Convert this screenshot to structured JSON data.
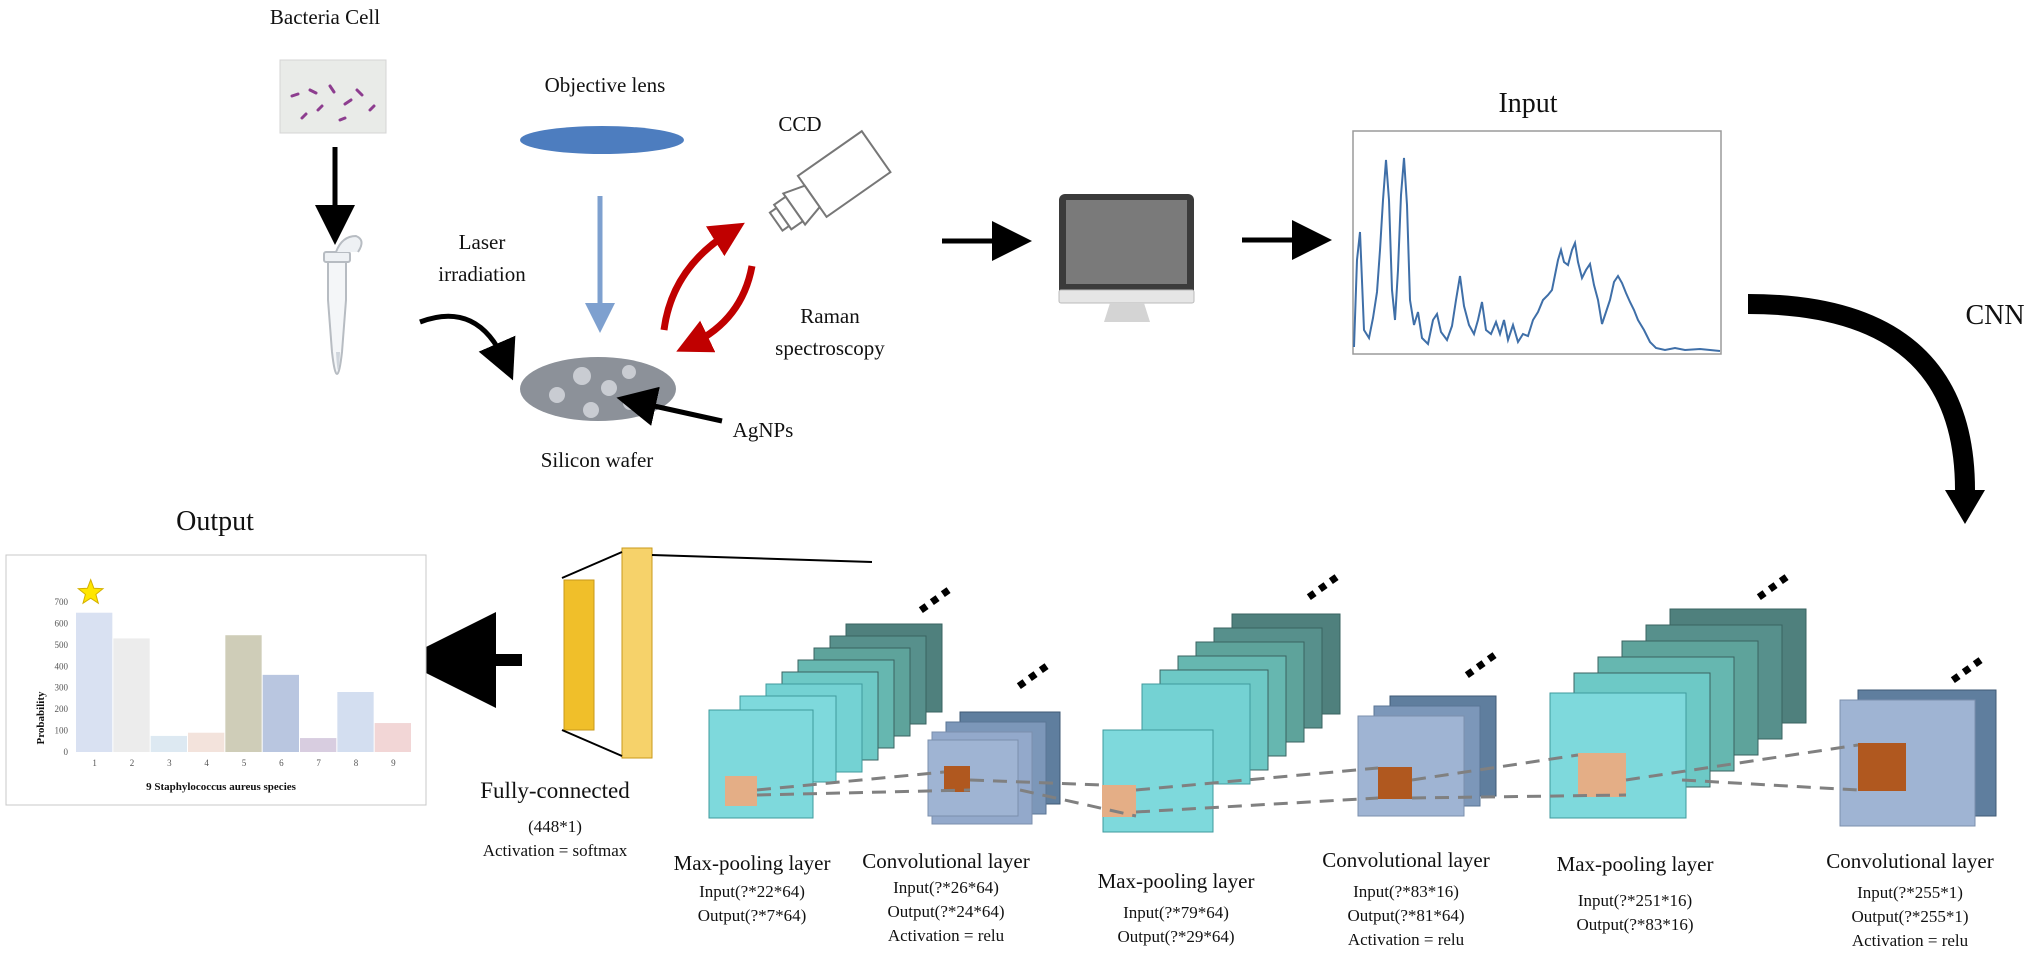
{
  "acquisition": {
    "bacteria_label": "Bacteria Cell",
    "lens_label": "Objective lens",
    "ccd_label": "CCD",
    "laser_label_line1": "Laser",
    "laser_label_line2": "irradiation",
    "raman_label_line1": "Raman",
    "raman_label_line2": "spectroscopy",
    "wafer_label": "Silicon wafer",
    "agnps_label": "AgNPs"
  },
  "input_panel": {
    "title": "Input"
  },
  "cnn_label": "CNN",
  "output_panel": {
    "title": "Output",
    "chart_data": {
      "type": "bar",
      "categories": [
        "1",
        "2",
        "3",
        "4",
        "5",
        "6",
        "7",
        "8",
        "9"
      ],
      "values": [
        650,
        530,
        75,
        90,
        545,
        360,
        65,
        280,
        135
      ],
      "colors": [
        "#d9e1f2",
        "#ececec",
        "#dde9f2",
        "#f3e3dc",
        "#cfcdb8",
        "#b9c6e0",
        "#d8cde0",
        "#d3def0",
        "#f2d6d6"
      ],
      "ylabel": "Probability",
      "xlabel": "9 Staphylococcus aureus species",
      "ylim": [
        0,
        700
      ],
      "yticks": [
        0,
        100,
        200,
        300,
        400,
        500,
        600,
        700
      ],
      "highlight_index": 0
    }
  },
  "layers": {
    "fc": {
      "title": "Fully-connected",
      "line1": "(448*1)",
      "line2": "Activation = softmax"
    },
    "mp3": {
      "title": "Max-pooling layer",
      "line1": "Input(?*22*64)",
      "line2": "Output(?*7*64)"
    },
    "cv3": {
      "title": "Convolutional layer",
      "line1": "Input(?*26*64)",
      "line2": "Output(?*24*64)",
      "line3": "Activation = relu"
    },
    "mp2": {
      "title": "Max-pooling layer",
      "line1": "Input(?*79*64)",
      "line2": "Output(?*29*64)"
    },
    "cv2": {
      "title": "Convolutional layer",
      "line1": "Input(?*83*16)",
      "line2": "Output(?*81*64)",
      "line3": "Activation = relu"
    },
    "mp1": {
      "title": "Max-pooling layer",
      "line1": "Input(?*251*16)",
      "line2": "Output(?*83*16)"
    },
    "cv1": {
      "title": "Convolutional layer",
      "line1": "Input(?*255*1)",
      "line2": "Output(?*255*1)",
      "line3": "Activation = relu"
    }
  }
}
